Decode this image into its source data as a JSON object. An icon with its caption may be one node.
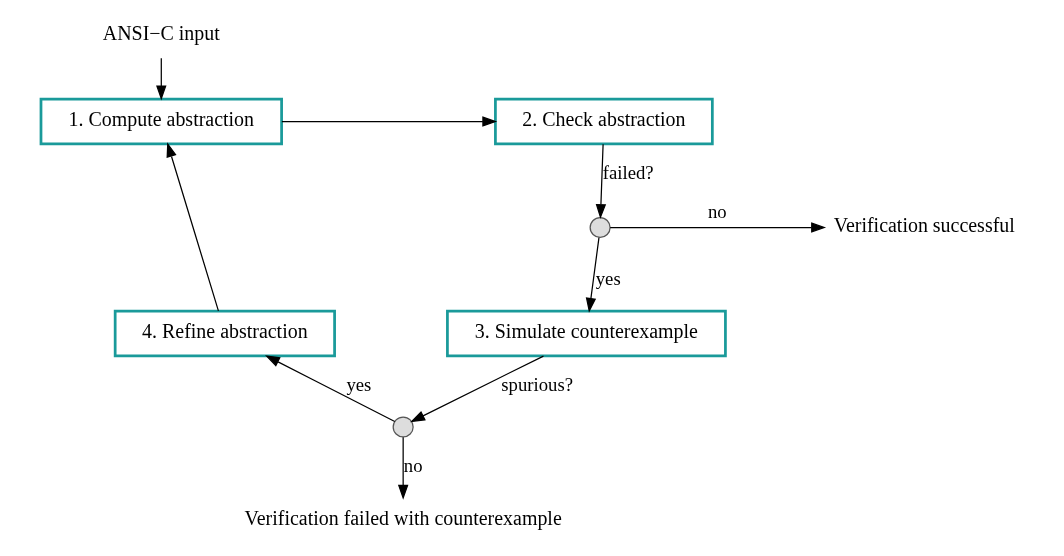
{
  "diagram": {
    "nodes": [
      {
        "text": [
          "ANSI−C input"
        ]
      },
      {
        "text": [
          "1. Compute abstraction"
        ]
      },
      {
        "text": [
          "2. Check abstraction"
        ]
      },
      {
        "text": [],
        "shape": "circle"
      },
      {
        "text": [
          "Verification successful"
        ]
      },
      {
        "text": [
          "3. Simulate counterexample"
        ]
      },
      {
        "text": [],
        "shape": "circle"
      },
      {
        "text": [
          "4. Refine abstraction"
        ]
      },
      {
        "text": [
          "Verification failed with counterexample"
        ]
      }
    ],
    "edges": [
      {
        "from": 0,
        "to": 1,
        "arrow": "to"
      },
      {
        "from": 1,
        "to": 2,
        "arrow": "to"
      },
      {
        "from": 2,
        "to": 3,
        "arrow": "to",
        "label": "failed?"
      },
      {
        "from": 3,
        "to": 4,
        "arrow": "to",
        "label": "no"
      },
      {
        "from": 3,
        "to": 5,
        "arrow": "to",
        "label": "yes"
      },
      {
        "from": 5,
        "to": 6,
        "arrow": "to",
        "label": "spurious?"
      },
      {
        "from": 6,
        "to": 7,
        "arrow": "to",
        "label": "yes"
      },
      {
        "from": 6,
        "to": 8,
        "arrow": "to",
        "label": "no"
      },
      {
        "from": 7,
        "to": 1,
        "arrow": "to"
      }
    ]
  }
}
